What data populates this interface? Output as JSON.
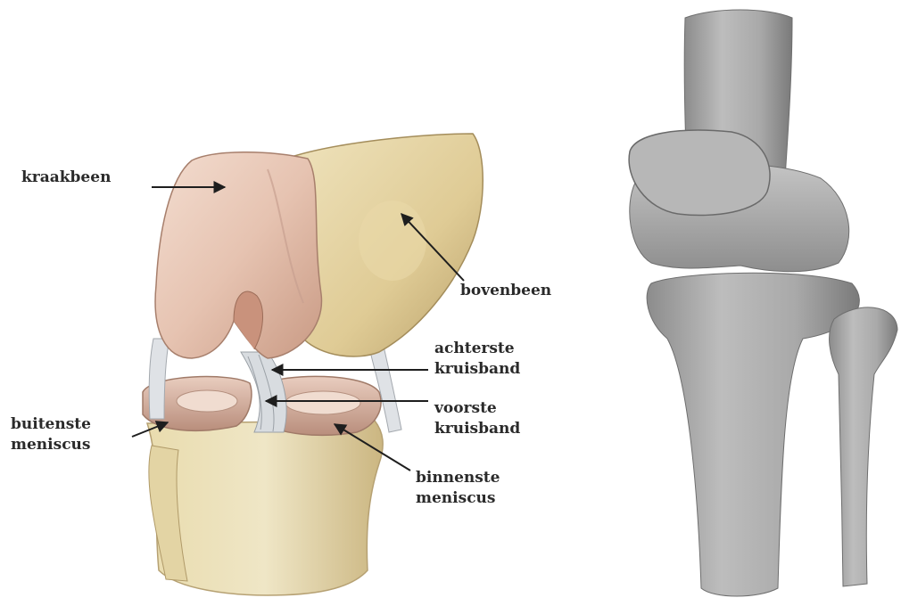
{
  "labels": {
    "kraakbeen": "kraakbeen",
    "bovenbeen": "bovenbeen",
    "achterste_line1": "achterste",
    "achterste_line2": "kruisband",
    "voorste_line1": "voorste",
    "voorste_line2": "kruisband",
    "buitenste_line1": "buitenste",
    "buitenste_line2": "meniscus",
    "binnenste_line1": "binnenste",
    "binnenste_line2": "meniscus"
  },
  "colors": {
    "cartilage": "#e8c6b4",
    "bone": "#e2d2a0",
    "ligament": "#d9dde2",
    "model": "#a8a8a8",
    "text": "#2a2a2a"
  }
}
